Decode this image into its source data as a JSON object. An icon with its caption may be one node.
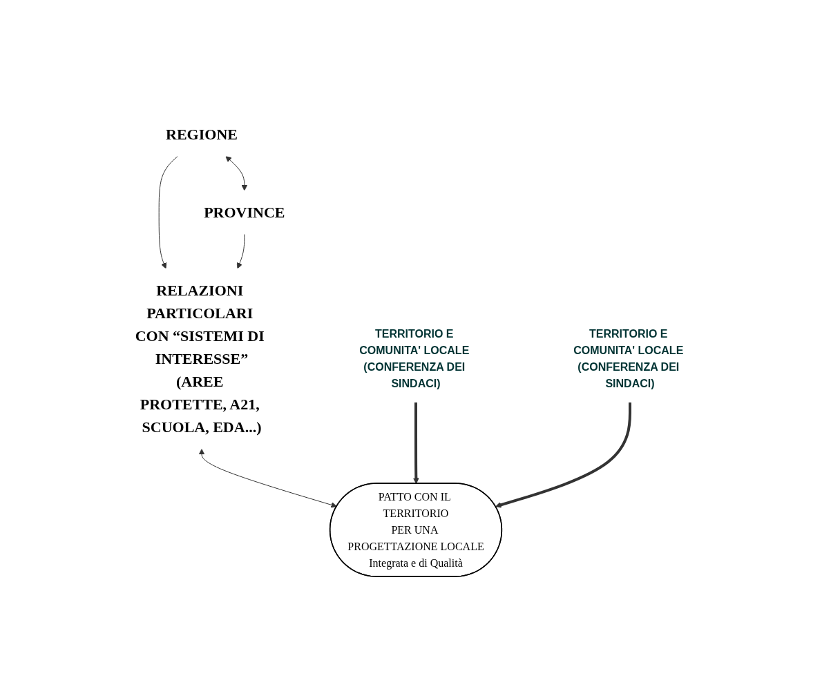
{
  "diagram": {
    "nodes": [
      {
        "text": [
          "REGIONE"
        ]
      },
      {
        "text": [
          "PROVINCE"
        ]
      },
      {
        "text": [
          "RELAZIONI PARTICOLARI CON “SISTEMI DI INTERESSE”",
          "(AREE PROTETTE, A21, SCUOLA, EDA...)"
        ]
      },
      {
        "text": [
          "PATTO CON IL TERRITORIO",
          "PER UNA PROGETTAZIONE LOCALE",
          "Integrata e di Qualità"
        ]
      },
      {
        "text": [
          "TERRITORIO E COMUNITA' LOCALE (CONFERENZA DEI SINDACI)"
        ]
      },
      {
        "text": [
          "TERRITORIO E COMUNITA' LOCALE (CONFERENZA DEI SINDACI)"
        ]
      }
    ],
    "edges": [
      {
        "from": 0,
        "to": 1,
        "arrow": "both"
      },
      {
        "from": 0,
        "to": 2,
        "arrow": "to"
      },
      {
        "from": 1,
        "to": 2,
        "arrow": "to"
      },
      {
        "from": 2,
        "to": 3,
        "arrow": "both"
      },
      {
        "from": 4,
        "to": 3,
        "arrow": "to",
        "style": "thick"
      },
      {
        "from": 5,
        "to": 3,
        "arrow": "to",
        "style": "thick"
      }
    ]
  }
}
